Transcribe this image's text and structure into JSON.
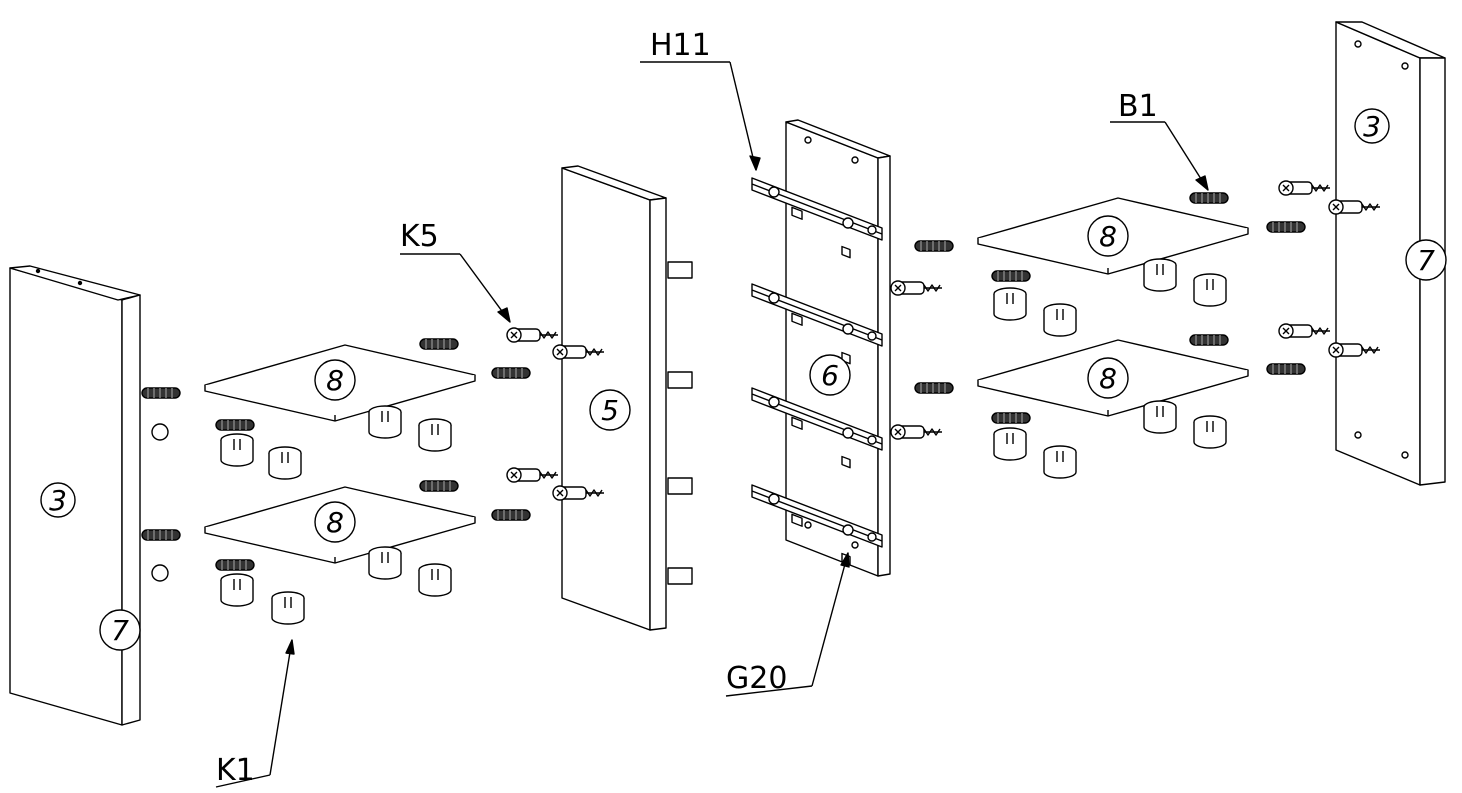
{
  "callouts": {
    "h11": "H11",
    "b1": "B1",
    "k5": "K5",
    "g20": "G20",
    "k1": "K1"
  },
  "part_numbers": {
    "left_side_panel": "3",
    "left_edge_strip": "7",
    "left_shelf_upper": "8",
    "left_shelf_lower": "8",
    "divider_panel": "5",
    "center_panel": "6",
    "right_shelf_upper": "8",
    "right_shelf_lower": "8",
    "right_side_panel": "3",
    "right_edge_strip": "7"
  },
  "colors": {
    "line": "#000000",
    "fill": "#ffffff",
    "dowel": "#333333"
  }
}
